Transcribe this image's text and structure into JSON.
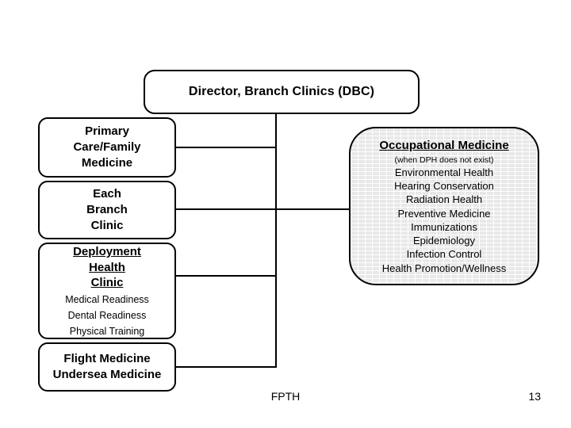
{
  "slide": {
    "background_color": "#ffffff",
    "footer_label": "FPTH",
    "page_number": "13"
  },
  "chart_data": {
    "type": "diagram",
    "diagram_kind": "organization-chart",
    "title": "Director, Branch Clinics (DBC)",
    "root": {
      "label": "Director, Branch Clinics (DBC)",
      "shape": "rounded-rectangle",
      "fill": "#ffffff",
      "border": "#000000"
    },
    "children": [
      {
        "id": "primary-care",
        "label": "Primary\nCare/Family\nMedicine",
        "lines": [
          "Primary",
          "Care/Family",
          "Medicine"
        ],
        "side": "left",
        "fill": "#ffffff"
      },
      {
        "id": "branch-clinic",
        "label": "Each Branch Clinic",
        "lines": [
          "Each",
          "Branch",
          "Clinic"
        ],
        "side": "left",
        "fill": "#ffffff"
      },
      {
        "id": "deployment-health",
        "label": "Deployment Health Clinic",
        "lines": [
          "Deployment",
          "Health",
          "Clinic"
        ],
        "underlined": true,
        "side": "left",
        "fill": "#ffffff",
        "items": [
          "Medical Readiness",
          "Dental Readiness",
          "Physical Training"
        ]
      },
      {
        "id": "flight-undersea",
        "label": "Flight Medicine / Undersea Medicine",
        "lines": [
          "Flight Medicine",
          "Undersea Medicine"
        ],
        "side": "left",
        "fill": "#ffffff"
      },
      {
        "id": "occupational-medicine",
        "label": "Occupational Medicine",
        "underlined": true,
        "note": "(when DPH does not exist)",
        "side": "right",
        "fill": "#e8e8e8",
        "pattern": "brick",
        "items": [
          "Environmental Health",
          "Hearing Conservation",
          "Radiation Health",
          "Preventive Medicine",
          "Immunizations",
          "Epidemiology",
          "Infection Control",
          "Health Promotion/Wellness"
        ]
      }
    ]
  },
  "nodes": {
    "dbc": {
      "title": "Director, Branch Clinics (DBC)"
    },
    "primary_care": {
      "line1": "Primary",
      "line2": "Care/Family",
      "line3": "Medicine"
    },
    "branch_clinic": {
      "line1": "Each",
      "line2": "Branch",
      "line3": "Clinic"
    },
    "deployment": {
      "line1": "Deployment",
      "line2": "Health",
      "line3": "Clinic",
      "item1": "Medical Readiness",
      "item2": "Dental Readiness",
      "item3": "Physical Training"
    },
    "flight": {
      "line1": "Flight Medicine",
      "line2": "Undersea Medicine"
    },
    "occmed": {
      "title": "Occupational Medicine",
      "note": "(when DPH does not exist)",
      "item1": "Environmental Health",
      "item2": "Hearing Conservation",
      "item3": "Radiation Health",
      "item4": "Preventive Medicine",
      "item5": "Immunizations",
      "item6": "Epidemiology",
      "item7": "Infection Control",
      "item8": "Health Promotion/Wellness"
    }
  }
}
